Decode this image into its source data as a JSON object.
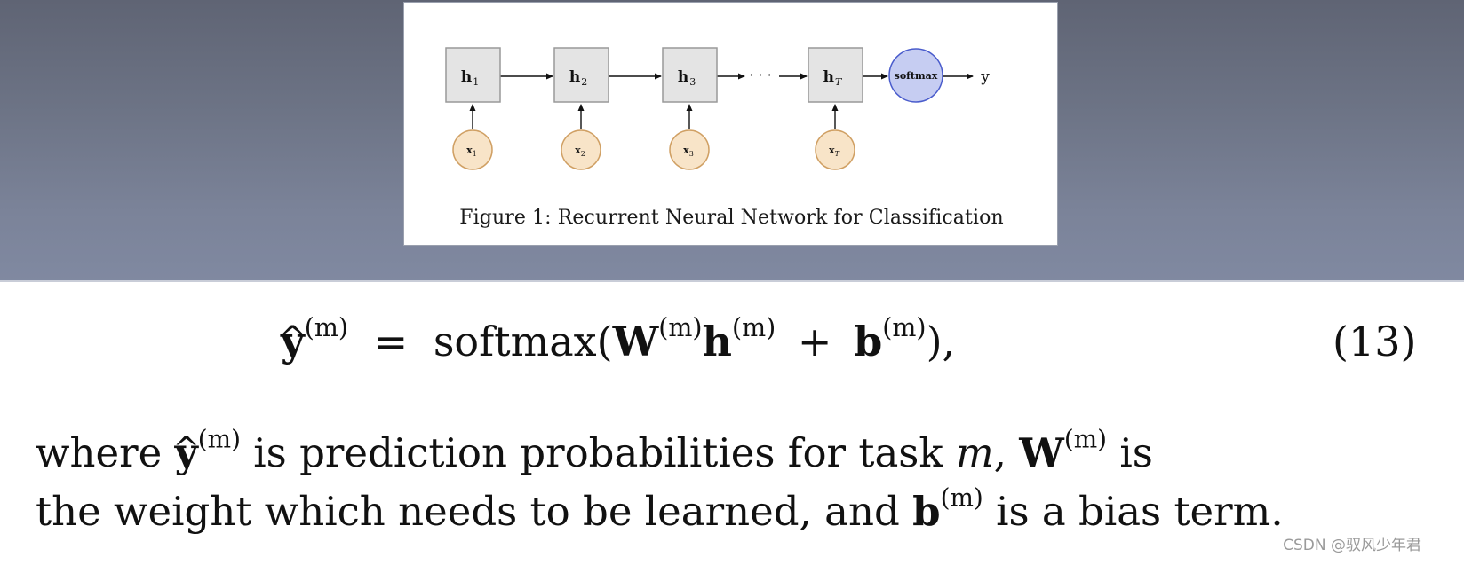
{
  "figure": {
    "nodes": {
      "h1": "h",
      "h1_sub": "1",
      "h2": "h",
      "h2_sub": "2",
      "h3": "h",
      "h3_sub": "3",
      "hT": "h",
      "hT_sub": "T",
      "x1": "x",
      "x1_sub": "1",
      "x2": "x",
      "x2_sub": "2",
      "x3": "x",
      "x3_sub": "3",
      "xT": "x",
      "xT_sub": "T",
      "ellipsis": "· · ·",
      "softmax": "softmax",
      "output": "y"
    },
    "caption": "Figure 1: Recurrent Neural Network for Classification",
    "colors": {
      "box_fill": "#e4e4e4",
      "box_stroke": "#999999",
      "input_fill": "#f8e4c8",
      "input_stroke": "#d0a064",
      "softmax_fill": "#c6cdf2",
      "softmax_stroke": "#4a5ccc"
    }
  },
  "equation": {
    "lhs": "y",
    "lhs_sup": "(m)",
    "equals": "=",
    "func": "softmax(",
    "W": "W",
    "W_sup": "(m)",
    "h": "h",
    "h_sup": "(m)",
    "plus": "+",
    "b": "b",
    "b_sup": "(m)",
    "close": "),",
    "number": "(13)"
  },
  "paragraph": {
    "line1_a": "where",
    "line1_y": "y",
    "line1_y_sup": "(m)",
    "line1_b": "is prediction probabilities for task",
    "line1_m": "m",
    "line1_c": ",",
    "line1_W": "W",
    "line1_W_sup": "(m)",
    "line1_d": "is",
    "line2_a": "the weight which needs to be learned, and",
    "line2_b": "b",
    "line2_b_sup": "(m)",
    "line2_c": "is a bias term."
  },
  "watermark": "CSDN @驭风少年君"
}
